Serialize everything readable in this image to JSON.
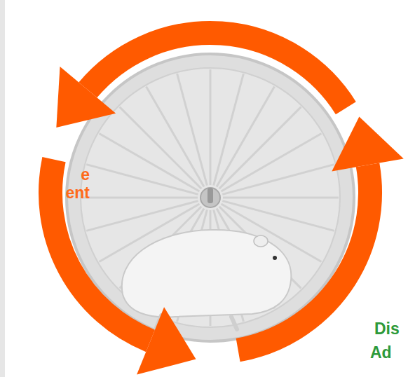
{
  "diagram": {
    "labels": [
      "e",
      "ent",
      "Dis",
      "Ad"
    ]
  }
}
